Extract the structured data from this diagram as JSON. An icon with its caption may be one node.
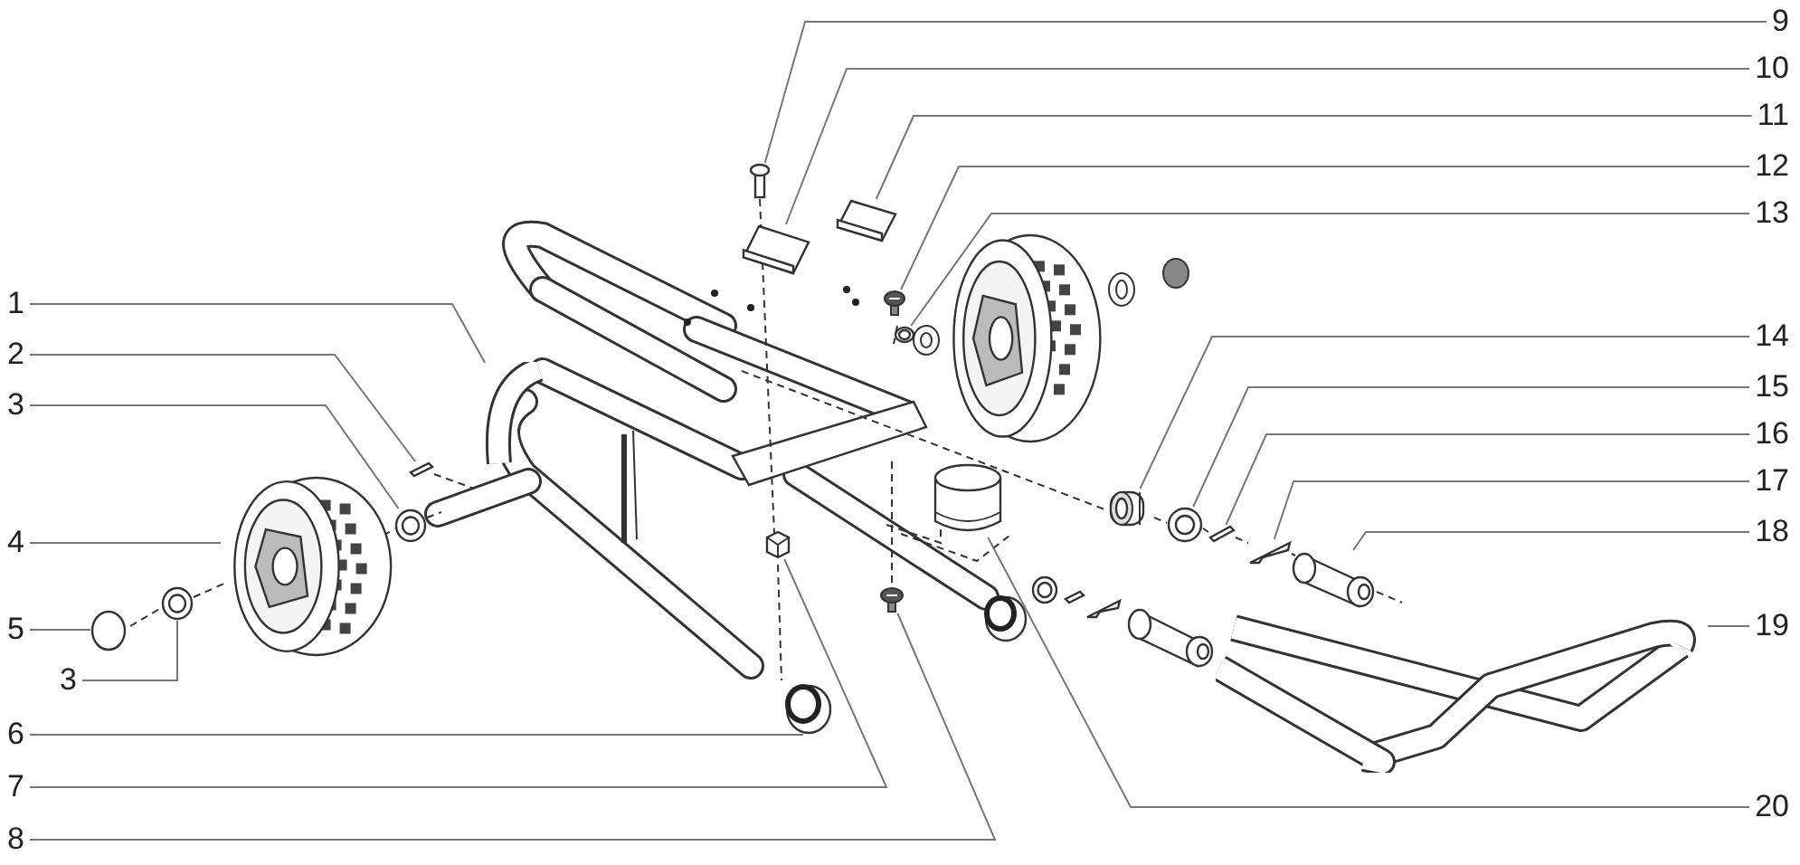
{
  "diagram": {
    "nodes": [
      {
        "text": [
          "1"
        ]
      },
      {
        "text": [
          "2"
        ]
      },
      {
        "text": [
          "3"
        ]
      },
      {
        "text": [
          "4"
        ]
      },
      {
        "text": [
          "5"
        ]
      },
      {
        "text": [
          "3"
        ]
      },
      {
        "text": [
          "6"
        ]
      },
      {
        "text": [
          "7"
        ]
      },
      {
        "text": [
          "8"
        ]
      },
      {
        "text": [
          "9"
        ]
      },
      {
        "text": [
          "10"
        ]
      },
      {
        "text": [
          "11"
        ]
      },
      {
        "text": [
          "12"
        ]
      },
      {
        "text": [
          "13"
        ]
      },
      {
        "text": [
          "14"
        ]
      },
      {
        "text": [
          "15"
        ]
      },
      {
        "text": [
          "16"
        ]
      },
      {
        "text": [
          "17"
        ]
      },
      {
        "text": [
          "18"
        ]
      },
      {
        "text": [
          "19"
        ]
      },
      {
        "text": [
          "20"
        ]
      },
      {
        "text": [],
        "shape": "picture"
      },
      {
        "text": [],
        "shape": "picture"
      },
      {
        "text": [],
        "shape": "picture"
      },
      {
        "text": [],
        "shape": "picture"
      },
      {
        "text": [],
        "shape": "circle"
      },
      {
        "text": [],
        "shape": "picture"
      },
      {
        "text": [],
        "shape": "picture"
      },
      {
        "text": [],
        "shape": "picture"
      },
      {
        "text": [],
        "shape": "picture"
      },
      {
        "text": [],
        "shape": "picture"
      },
      {
        "text": [],
        "shape": "picture"
      },
      {
        "text": [],
        "shape": "picture"
      },
      {
        "text": [],
        "shape": "picture"
      },
      {
        "text": [],
        "shape": "picture"
      },
      {
        "text": [],
        "shape": "picture"
      },
      {
        "text": [],
        "shape": "picture"
      },
      {
        "text": [],
        "shape": "picture"
      },
      {
        "text": [],
        "shape": "picture"
      },
      {
        "text": [],
        "shape": "picture"
      },
      {
        "text": [],
        "shape": "picture"
      },
      {
        "text": [],
        "shape": "picture"
      }
    ],
    "edges": [
      {
        "from": 0,
        "to": 21,
        "arrow": "none"
      },
      {
        "from": 1,
        "to": 22,
        "arrow": "none"
      },
      {
        "from": 2,
        "to": 23,
        "arrow": "none"
      },
      {
        "from": 3,
        "to": 24,
        "arrow": "none"
      },
      {
        "from": 4,
        "to": 25,
        "arrow": "none"
      },
      {
        "from": 5,
        "to": 26,
        "arrow": "none"
      },
      {
        "from": 6,
        "to": 27,
        "arrow": "none"
      },
      {
        "from": 7,
        "to": 28,
        "arrow": "none"
      },
      {
        "from": 8,
        "to": 29,
        "arrow": "none"
      },
      {
        "from": 9,
        "to": 30,
        "arrow": "none"
      },
      {
        "from": 10,
        "to": 31,
        "arrow": "none"
      },
      {
        "from": 11,
        "to": 32,
        "arrow": "none"
      },
      {
        "from": 12,
        "to": 33,
        "arrow": "none"
      },
      {
        "from": 13,
        "to": 34,
        "arrow": "none"
      },
      {
        "from": 14,
        "to": 35,
        "arrow": "none"
      },
      {
        "from": 15,
        "to": 36,
        "arrow": "none"
      },
      {
        "from": 16,
        "to": 37,
        "arrow": "none"
      },
      {
        "from": 17,
        "to": 38,
        "arrow": "none"
      },
      {
        "from": 18,
        "to": 39,
        "arrow": "none"
      },
      {
        "from": 19,
        "to": 40,
        "arrow": "none"
      },
      {
        "from": 20,
        "to": 41,
        "arrow": "none"
      }
    ]
  }
}
